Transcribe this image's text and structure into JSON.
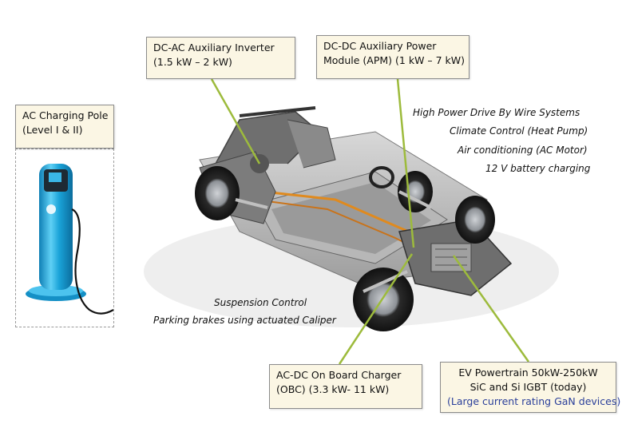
{
  "boxes": {
    "inverter": [
      "DC-AC Auxiliary Inverter",
      "(1.5 kW – 2 kW)"
    ],
    "apm": [
      "DC-DC Auxiliary Power",
      "Module (APM) (1 kW – 7 kW)"
    ],
    "pole": [
      "AC Charging Pole",
      "(Level I & II)"
    ],
    "obc": [
      "AC-DC On Board Charger",
      "(OBC) (3.3 kW- 11 kW)"
    ],
    "powertrain": [
      "EV Powertrain  50kW-250kW",
      "SiC and Si IGBT (today)",
      "(Large current rating GaN devices)"
    ]
  },
  "notes": {
    "drive_by_wire": "High Power Drive By Wire Systems",
    "climate": "Climate Control (Heat Pump)",
    "air_conditioning": "Air conditioning (AC Motor)",
    "battery_charging": "12 V battery charging",
    "suspension": "Suspension Control",
    "parking_brakes": "Parking brakes using actuated Caliper"
  },
  "colors": {
    "connector": "#9dbb3c",
    "box_fill": "#fbf6e4",
    "gan_text": "#2a3f9a",
    "charger_blue": "#1a9fd4"
  }
}
